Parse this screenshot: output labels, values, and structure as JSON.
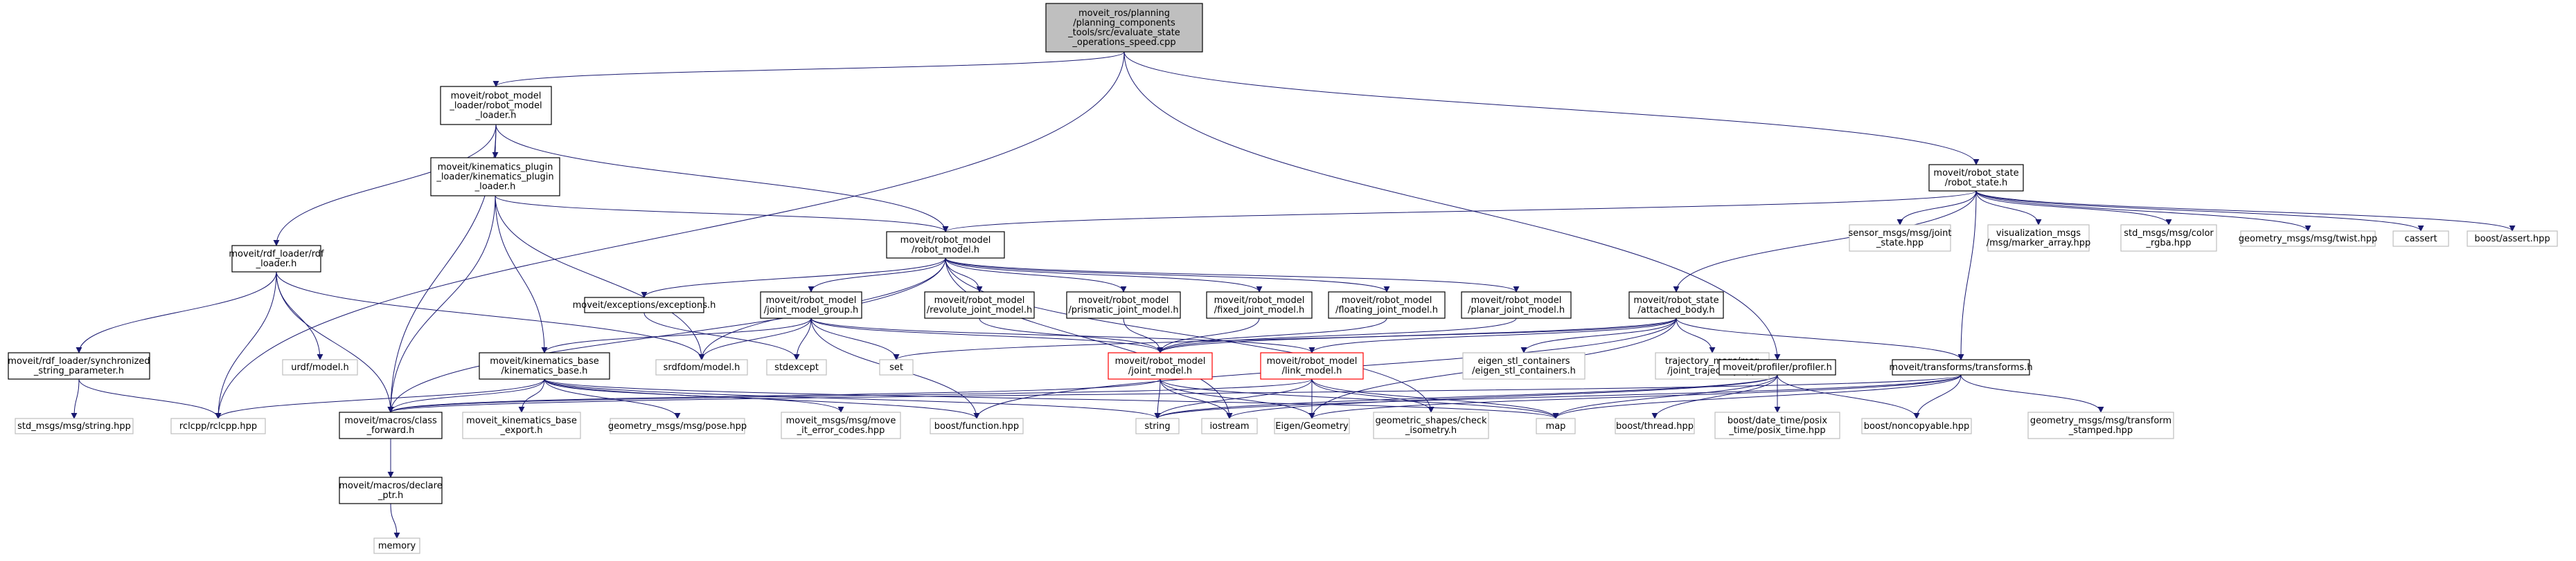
{
  "graph": {
    "nodes": [
      {
        "id": "root",
        "lines": [
          "moveit_ros/planning",
          "/planning_components",
          "_tools/src/evaluate_state",
          "_operations_speed.cpp"
        ],
        "style": "root"
      },
      {
        "id": "rml",
        "lines": [
          "moveit/robot_model",
          "_loader/robot_model",
          "_loader.h"
        ],
        "style": "normal"
      },
      {
        "id": "kpl",
        "lines": [
          "moveit/kinematics_plugin",
          "_loader/kinematics_plugin",
          "_loader.h"
        ],
        "style": "normal"
      },
      {
        "id": "rs",
        "lines": [
          "moveit/robot_state",
          "/robot_state.h"
        ],
        "style": "normal"
      },
      {
        "id": "rm",
        "lines": [
          "moveit/robot_model",
          "/robot_model.h"
        ],
        "style": "normal"
      },
      {
        "id": "rdf",
        "lines": [
          "moveit/rdf_loader/rdf",
          "_loader.h"
        ],
        "style": "normal"
      },
      {
        "id": "exc",
        "lines": [
          "moveit/exceptions/exceptions.h"
        ],
        "style": "normal"
      },
      {
        "id": "jmg",
        "lines": [
          "moveit/robot_model",
          "/joint_model_group.h"
        ],
        "style": "normal"
      },
      {
        "id": "rev",
        "lines": [
          "moveit/robot_model",
          "/revolute_joint_model.h"
        ],
        "style": "normal"
      },
      {
        "id": "pri",
        "lines": [
          "moveit/robot_model",
          "/prismatic_joint_model.h"
        ],
        "style": "normal"
      },
      {
        "id": "fix",
        "lines": [
          "moveit/robot_model",
          "/fixed_joint_model.h"
        ],
        "style": "normal"
      },
      {
        "id": "flo",
        "lines": [
          "moveit/robot_model",
          "/floating_joint_model.h"
        ],
        "style": "normal"
      },
      {
        "id": "pla",
        "lines": [
          "moveit/robot_model",
          "/planar_joint_model.h"
        ],
        "style": "normal"
      },
      {
        "id": "ab",
        "lines": [
          "moveit/robot_state",
          "/attached_body.h"
        ],
        "style": "normal"
      },
      {
        "id": "sync",
        "lines": [
          "moveit/rdf_loader/synchronized",
          "_string_parameter.h"
        ],
        "style": "normal"
      },
      {
        "id": "urdf",
        "lines": [
          "urdf/model.h"
        ],
        "style": "missing"
      },
      {
        "id": "kb",
        "lines": [
          "moveit/kinematics_base",
          "/kinematics_base.h"
        ],
        "style": "normal"
      },
      {
        "id": "srdf",
        "lines": [
          "srdfdom/model.h"
        ],
        "style": "missing"
      },
      {
        "id": "stdexc",
        "lines": [
          "stdexcept"
        ],
        "style": "missing"
      },
      {
        "id": "set",
        "lines": [
          "set"
        ],
        "style": "missing"
      },
      {
        "id": "jm",
        "lines": [
          "moveit/robot_model",
          "/joint_model.h"
        ],
        "style": "red"
      },
      {
        "id": "lm",
        "lines": [
          "moveit/robot_model",
          "/link_model.h"
        ],
        "style": "red"
      },
      {
        "id": "eig",
        "lines": [
          "eigen_stl_containers",
          "/eigen_stl_containers.h"
        ],
        "style": "missing"
      },
      {
        "id": "traj",
        "lines": [
          "trajectory_msgs/msg",
          "/joint_trajectory.hpp"
        ],
        "style": "missing"
      },
      {
        "id": "prof",
        "lines": [
          "moveit/profiler/profiler.h"
        ],
        "style": "normal"
      },
      {
        "id": "tf",
        "lines": [
          "moveit/transforms/transforms.h"
        ],
        "style": "normal"
      },
      {
        "id": "sens",
        "lines": [
          "sensor_msgs/msg/joint",
          "_state.hpp"
        ],
        "style": "missing"
      },
      {
        "id": "vis",
        "lines": [
          "visualization_msgs",
          "/msg/marker_array.hpp"
        ],
        "style": "missing"
      },
      {
        "id": "col",
        "lines": [
          "std_msgs/msg/color",
          "_rgba.hpp"
        ],
        "style": "missing"
      },
      {
        "id": "twist",
        "lines": [
          "geometry_msgs/msg/twist.hpp"
        ],
        "style": "missing"
      },
      {
        "id": "cass",
        "lines": [
          "cassert"
        ],
        "style": "missing"
      },
      {
        "id": "bass",
        "lines": [
          "boost/assert.hpp"
        ],
        "style": "missing"
      },
      {
        "id": "strhpp",
        "lines": [
          "std_msgs/msg/string.hpp"
        ],
        "style": "missing"
      },
      {
        "id": "rcl",
        "lines": [
          "rclcpp/rclcpp.hpp"
        ],
        "style": "missing"
      },
      {
        "id": "mcf",
        "lines": [
          "moveit/macros/class",
          "_forward.h"
        ],
        "style": "normal"
      },
      {
        "id": "kbe",
        "lines": [
          "moveit_kinematics_base",
          "_export.h"
        ],
        "style": "missing"
      },
      {
        "id": "pose",
        "lines": [
          "geometry_msgs/msg/pose.hpp"
        ],
        "style": "missing"
      },
      {
        "id": "mec",
        "lines": [
          "moveit_msgs/msg/move",
          "_it_error_codes.hpp"
        ],
        "style": "missing"
      },
      {
        "id": "bfun",
        "lines": [
          "boost/function.hpp"
        ],
        "style": "missing"
      },
      {
        "id": "str",
        "lines": [
          "string"
        ],
        "style": "missing"
      },
      {
        "id": "ios",
        "lines": [
          "iostream"
        ],
        "style": "missing"
      },
      {
        "id": "eg",
        "lines": [
          "Eigen/Geometry"
        ],
        "style": "missing"
      },
      {
        "id": "geo",
        "lines": [
          "geometric_shapes/check",
          "_isometry.h"
        ],
        "style": "missing"
      },
      {
        "id": "map",
        "lines": [
          "map"
        ],
        "style": "missing"
      },
      {
        "id": "bthr",
        "lines": [
          "boost/thread.hpp"
        ],
        "style": "missing"
      },
      {
        "id": "bdt",
        "lines": [
          "boost/date_time/posix",
          "_time/posix_time.hpp"
        ],
        "style": "missing"
      },
      {
        "id": "bnc",
        "lines": [
          "boost/noncopyable.hpp"
        ],
        "style": "missing"
      },
      {
        "id": "gmt",
        "lines": [
          "geometry_msgs/msg/transform",
          "_stamped.hpp"
        ],
        "style": "missing"
      },
      {
        "id": "mdp",
        "lines": [
          "moveit/macros/declare",
          "_ptr.h"
        ],
        "style": "normal"
      },
      {
        "id": "mem",
        "lines": [
          "memory"
        ],
        "style": "missing"
      }
    ],
    "edges": [
      [
        "root",
        "rml"
      ],
      [
        "root",
        "rs"
      ],
      [
        "root",
        "rcl"
      ],
      [
        "root",
        "prof"
      ],
      [
        "rml",
        "kpl"
      ],
      [
        "rml",
        "rm"
      ],
      [
        "rml",
        "rdf"
      ],
      [
        "rml",
        "mcf"
      ],
      [
        "kpl",
        "rm"
      ],
      [
        "kpl",
        "kb"
      ],
      [
        "kpl",
        "mcf"
      ],
      [
        "kpl",
        "srdf"
      ],
      [
        "rs",
        "rm"
      ],
      [
        "rs",
        "ab"
      ],
      [
        "rs",
        "tf"
      ],
      [
        "rs",
        "sens"
      ],
      [
        "rs",
        "vis"
      ],
      [
        "rs",
        "col"
      ],
      [
        "rs",
        "twist"
      ],
      [
        "rs",
        "cass"
      ],
      [
        "rs",
        "bass"
      ],
      [
        "rm",
        "exc"
      ],
      [
        "rm",
        "jmg"
      ],
      [
        "rm",
        "rev"
      ],
      [
        "rm",
        "pri"
      ],
      [
        "rm",
        "fix"
      ],
      [
        "rm",
        "flo"
      ],
      [
        "rm",
        "pla"
      ],
      [
        "rm",
        "srdf"
      ],
      [
        "rm",
        "mcf"
      ],
      [
        "rm",
        "ios"
      ],
      [
        "rm",
        "geo"
      ],
      [
        "rdf",
        "sync"
      ],
      [
        "rdf",
        "urdf"
      ],
      [
        "rdf",
        "srdf"
      ],
      [
        "rdf",
        "rcl"
      ],
      [
        "rdf",
        "mcf"
      ],
      [
        "exc",
        "stdexc"
      ],
      [
        "jmg",
        "kb"
      ],
      [
        "jmg",
        "srdf"
      ],
      [
        "jmg",
        "set"
      ],
      [
        "jmg",
        "jm"
      ],
      [
        "jmg",
        "lm"
      ],
      [
        "jmg",
        "bfun"
      ],
      [
        "jmg",
        "stdexc"
      ],
      [
        "rev",
        "jm"
      ],
      [
        "pri",
        "jm"
      ],
      [
        "fix",
        "jm"
      ],
      [
        "flo",
        "jm"
      ],
      [
        "pla",
        "jm"
      ],
      [
        "ab",
        "lm"
      ],
      [
        "ab",
        "jm"
      ],
      [
        "ab",
        "eig"
      ],
      [
        "ab",
        "traj"
      ],
      [
        "ab",
        "tf"
      ],
      [
        "ab",
        "set"
      ],
      [
        "ab",
        "bfun"
      ],
      [
        "ab",
        "eg"
      ],
      [
        "sync",
        "rcl"
      ],
      [
        "sync",
        "strhpp"
      ],
      [
        "kb",
        "mcf"
      ],
      [
        "kb",
        "kbe"
      ],
      [
        "kb",
        "pose"
      ],
      [
        "kb",
        "mec"
      ],
      [
        "kb",
        "bfun"
      ],
      [
        "kb",
        "str"
      ],
      [
        "kb",
        "rcl"
      ],
      [
        "kb",
        "map"
      ],
      [
        "jm",
        "mcf"
      ],
      [
        "jm",
        "str"
      ],
      [
        "jm",
        "ios"
      ],
      [
        "jm",
        "eg"
      ],
      [
        "jm",
        "map"
      ],
      [
        "lm",
        "mcf"
      ],
      [
        "lm",
        "str"
      ],
      [
        "lm",
        "eg"
      ],
      [
        "lm",
        "geo"
      ],
      [
        "lm",
        "map"
      ],
      [
        "prof",
        "map"
      ],
      [
        "prof",
        "str"
      ],
      [
        "prof",
        "ios"
      ],
      [
        "prof",
        "bthr"
      ],
      [
        "prof",
        "bdt"
      ],
      [
        "prof",
        "bnc"
      ],
      [
        "tf",
        "mcf"
      ],
      [
        "tf",
        "eg"
      ],
      [
        "tf",
        "map"
      ],
      [
        "tf",
        "bnc"
      ],
      [
        "tf",
        "gmt"
      ],
      [
        "tf",
        "str"
      ],
      [
        "mcf",
        "mdp"
      ],
      [
        "mdp",
        "mem"
      ]
    ]
  },
  "colors": {
    "root_fill": "#bfbfbf",
    "normal_border": "#000000",
    "missing_border": "#bfbfbf",
    "red_border": "#ff0000",
    "edge": "#191970",
    "text": "#000000"
  }
}
